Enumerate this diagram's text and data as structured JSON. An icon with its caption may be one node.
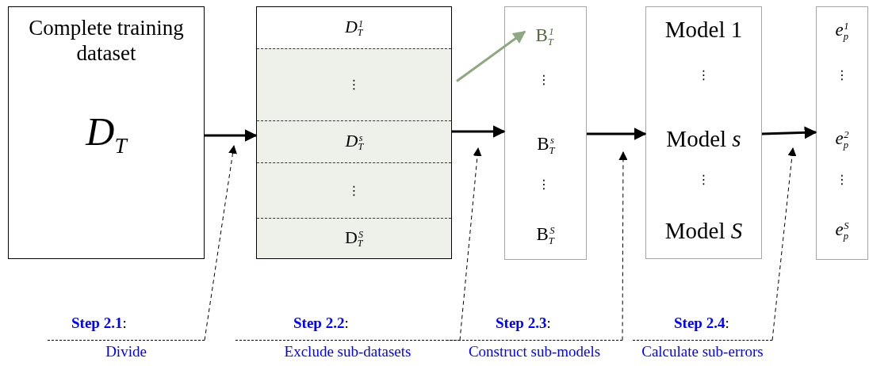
{
  "diagram": {
    "nodes": [
      {
        "text": [
          "Complete training dataset",
          "*D*$_{T}$"
        ]
      },
      {
        "text": [],
        "shape": "box"
      },
      {
        "text": [
          "*D*$_{T}$$^{1}$"
        ],
        "in": 1
      },
      {
        "text": [
          "⋮"
        ],
        "in": 1
      },
      {
        "text": [
          "*D*$_{T}$$^{s}$"
        ],
        "in": 1
      },
      {
        "text": [
          "⋮"
        ],
        "in": 1
      },
      {
        "text": [
          "D$_{T}$$^{S}$"
        ],
        "in": 1
      },
      {
        "text": [],
        "shape": "box"
      },
      {
        "text": [
          "B$_{T}$$^{1}$"
        ],
        "in": 7
      },
      {
        "text": [
          "⋮"
        ],
        "in": 7
      },
      {
        "text": [
          "B$_{T}$$^{s}$"
        ],
        "in": 7
      },
      {
        "text": [
          "⋮"
        ],
        "in": 7
      },
      {
        "text": [
          "B$_{T}$$^{S}$"
        ],
        "in": 7
      },
      {
        "text": [],
        "shape": "box"
      },
      {
        "text": [
          "Model 1"
        ],
        "in": 13
      },
      {
        "text": [
          "⋮"
        ],
        "in": 13
      },
      {
        "text": [
          "Model *s*"
        ],
        "in": 13
      },
      {
        "text": [
          "⋮"
        ],
        "in": 13
      },
      {
        "text": [
          "Model *S*"
        ],
        "in": 13
      },
      {
        "text": [],
        "shape": "box"
      },
      {
        "text": [
          "*e*$_{p}$$^{1}$"
        ],
        "in": 19
      },
      {
        "text": [
          "⋮"
        ],
        "in": 19
      },
      {
        "text": [
          "*e*$_{p}$$^{2}$"
        ],
        "in": 19
      },
      {
        "text": [
          "⋮"
        ],
        "in": 19
      },
      {
        "text": [
          "*e*$_{p}$$^{S}$"
        ],
        "in": 19
      },
      {
        "text": [
          "**Step 2.1**:",
          "Divide"
        ]
      },
      {
        "text": [
          "**Step 2.2**:",
          "Exclude sub-datasets"
        ]
      },
      {
        "text": [
          "**Step 2.3**:",
          "Construct sub-models"
        ]
      },
      {
        "text": [
          "**Step 2.4**:",
          "Calculate sub-errors"
        ]
      }
    ],
    "edges": [
      {
        "from": 0,
        "to": 1,
        "arrow": "to"
      },
      {
        "from": 1,
        "to": 7,
        "arrow": "to"
      },
      {
        "from": 7,
        "to": 13,
        "arrow": "to"
      },
      {
        "from": 13,
        "to": 19,
        "arrow": "to"
      },
      {
        "from": 3,
        "to": 8,
        "arrow": "to",
        "color": "#8fa883"
      },
      {
        "from": 25,
        "to": null,
        "arrow": "to",
        "style": "dashed"
      },
      {
        "from": 26,
        "to": null,
        "arrow": "to",
        "style": "dashed"
      },
      {
        "from": 27,
        "to": null,
        "arrow": "to",
        "style": "dashed"
      },
      {
        "from": 28,
        "to": null,
        "arrow": "to",
        "style": "dashed"
      }
    ]
  }
}
